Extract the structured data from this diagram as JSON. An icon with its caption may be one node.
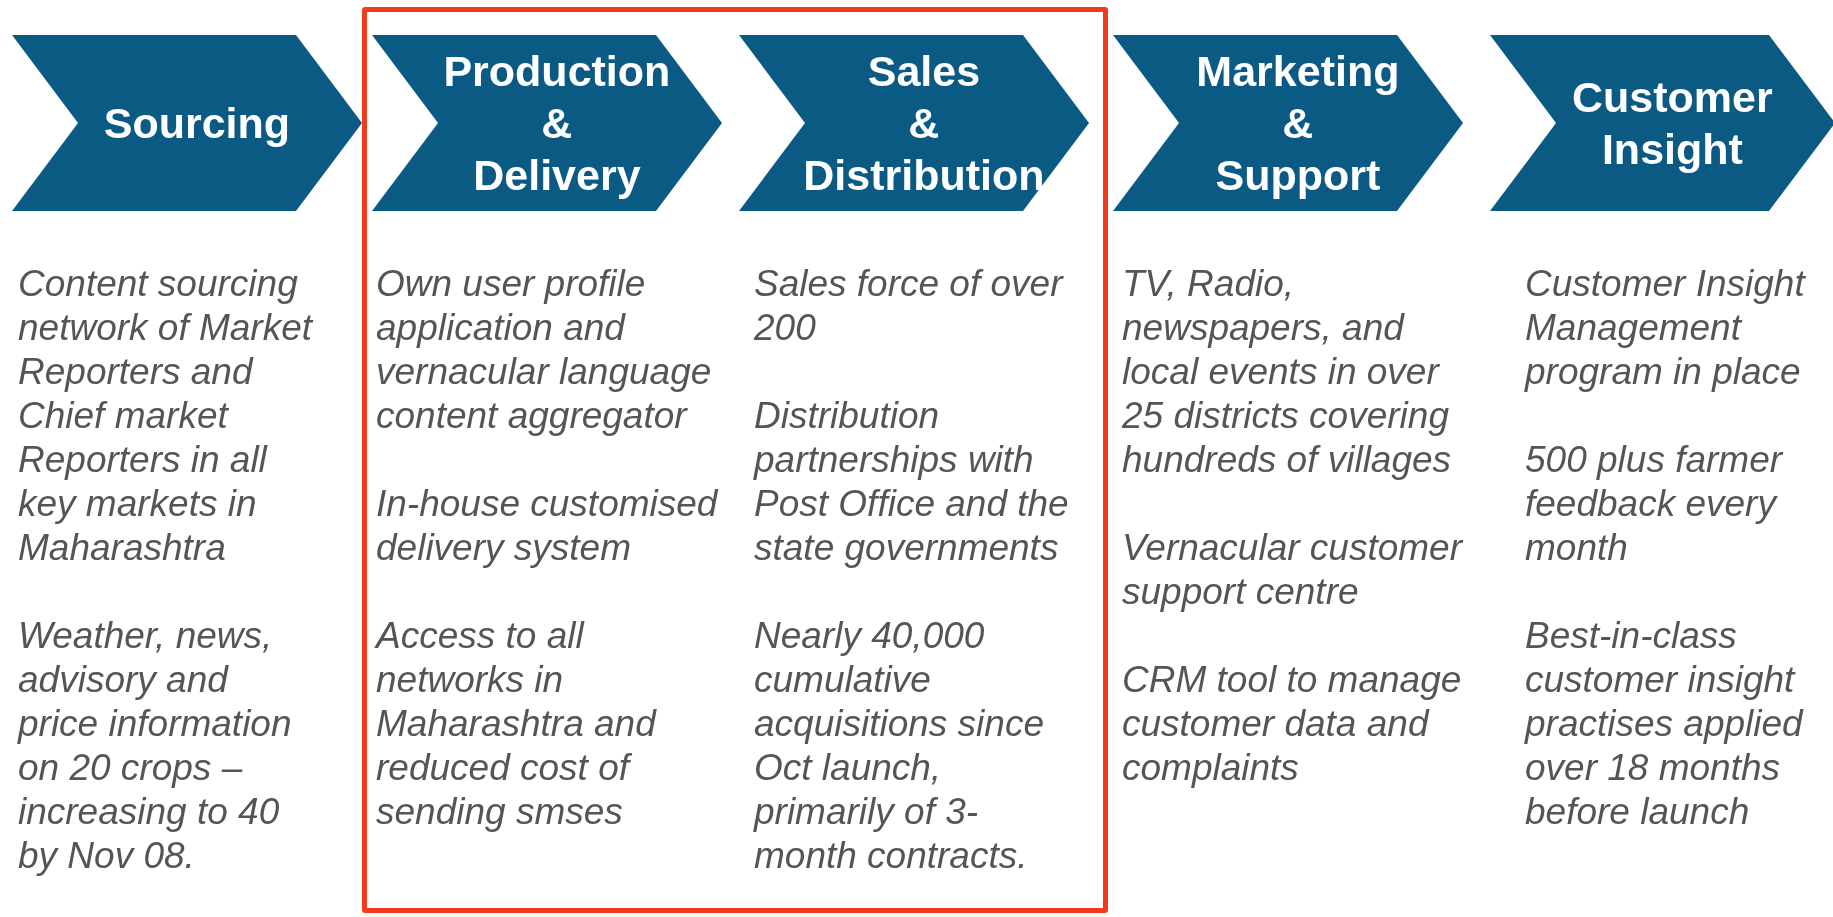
{
  "diagram": {
    "nodes": [
      {
        "text": [
          "Sourcing"
        ],
        "beside": [
          "Content sourcing network of Market Reporters and Chief market Reporters in all key markets in Maharashtra",
          "Weather, news, advisory and price information on 20 crops – increasing to 40 by Nov 08."
        ]
      },
      {
        "text": [],
        "shape": "box"
      },
      {
        "text": [
          "Production & Delivery"
        ],
        "in": 1,
        "beside": [
          "Own user profile application and vernacular language content aggregator",
          "In-house customised delivery system",
          "Access to all networks in Maharashtra and reduced cost of sending smses"
        ]
      },
      {
        "text": [
          "Sales & Distribution"
        ],
        "in": 1,
        "beside": [
          "Sales force of over 200",
          "Distribution partnerships with Post Office and the state governments",
          "Nearly 40,000 cumulative acquisitions since Oct launch, primarily of 3-month contracts."
        ]
      },
      {
        "text": [
          "Marketing & Support"
        ],
        "beside": [
          "TV, Radio, newspapers, and local events in over 25 districts covering hundreds of villages",
          "Vernacular customer support centre",
          "CRM tool to manage customer data and complaints"
        ]
      },
      {
        "text": [
          "Customer Insight"
        ],
        "beside": [
          "Customer Insight Management program in place",
          "500 plus farmer feedback every month",
          "Best-in-class customer insight practises applied over 18 months before launch"
        ]
      }
    ]
  }
}
